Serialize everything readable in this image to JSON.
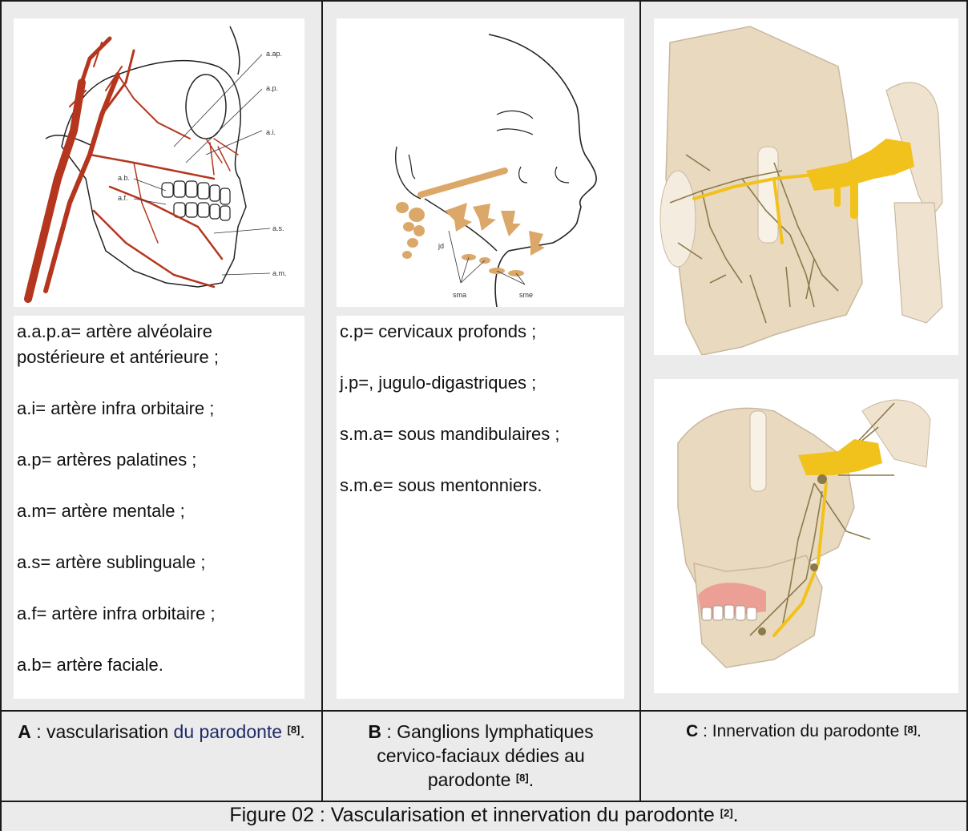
{
  "panel_a": {
    "image_labels": [
      "a.ap.",
      "a.p.",
      "a.i.",
      "a.b.",
      "a.f.",
      "a.s.",
      "a.m."
    ],
    "legend": [
      "a.a.p.a= artère alvéolaire postérieure et antérieure ;",
      "a.i= artère infra orbitaire ;",
      "a.p= artères palatines ;",
      "a.m= artère mentale ;",
      "a.s= artère sublinguale ;",
      "a.f= artère infra orbitaire ;",
      "a.b= artère faciale."
    ],
    "caption": {
      "letter": "A",
      "text_part1": " : vascularisation ",
      "text_part2": "du parodonte",
      "ref": "[8]"
    }
  },
  "panel_b": {
    "image_labels": [
      "jd",
      "sma",
      "sme"
    ],
    "legend": [
      "c.p= cervicaux profonds ;",
      "j.p=, jugulo-digastriques ;",
      "s.m.a= sous mandibulaires ;",
      "s.m.e= sous mentonniers."
    ],
    "caption": {
      "letter": "B",
      "text": " : Ganglions lymphatiques cervico-faciaux dédies  au parodonte",
      "ref": "[8]"
    }
  },
  "panel_c": {
    "caption": {
      "letter": "C",
      "text": " : Innervation du parodonte",
      "ref": "[8]"
    }
  },
  "figure_caption": {
    "text": "Figure 02 : Vascularisation et innervation du parodonte",
    "ref": "[2]"
  },
  "colors": {
    "artery": "#b5361e",
    "nerve": "#f2c21c",
    "bone": "#e9d9bf",
    "lymph": "#dba869",
    "border": "#1a1a1a",
    "cell_bg": "#ebebeb"
  }
}
